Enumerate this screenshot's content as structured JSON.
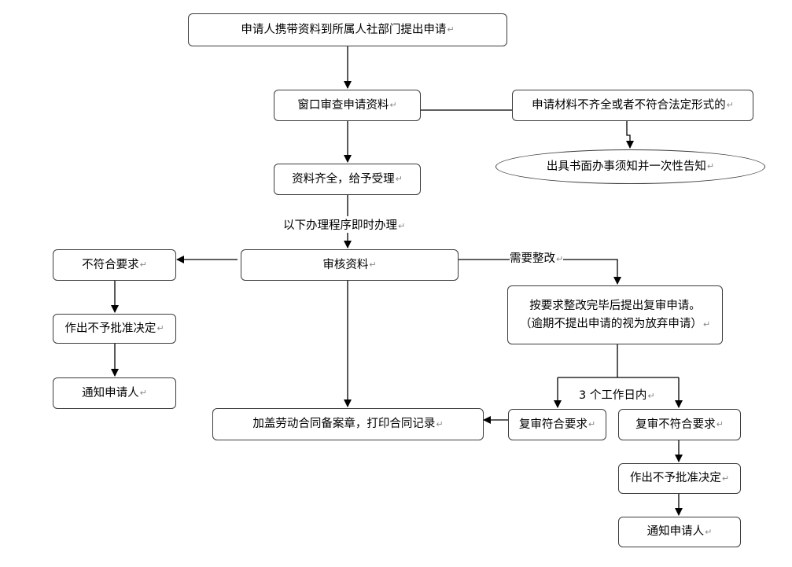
{
  "boxes": {
    "apply": "申请人携带资料到所属人社部门提出申请",
    "window_review": "窗口审查申请资料",
    "incomplete": "申请材料不齐全或者不符合法定形式的",
    "notice_once": "出具书面办事须知并一次性告知",
    "accept": "资料齐全，给予受理",
    "audit": "审核资料",
    "left_not_meet": "不符合要求",
    "left_reject": "作出不予批准决定",
    "left_notify": "通知申请人",
    "resubmit_line1": "按要求整改完毕后提出复审申请。",
    "resubmit_line2": "（逾期不提出申请的视为放弃申请）",
    "stamp": "加盖劳动合同备案章，打印合同记录",
    "re_meet": "复审符合要求",
    "re_not_meet": "复审不符合要求",
    "right_reject": "作出不予批准决定",
    "right_notify": "通知申请人"
  },
  "labels": {
    "immediate": "以下办理程序即时办理",
    "need_fix": "需要整改",
    "three_days": "3 个工作日内"
  },
  "return_mark": "↵"
}
